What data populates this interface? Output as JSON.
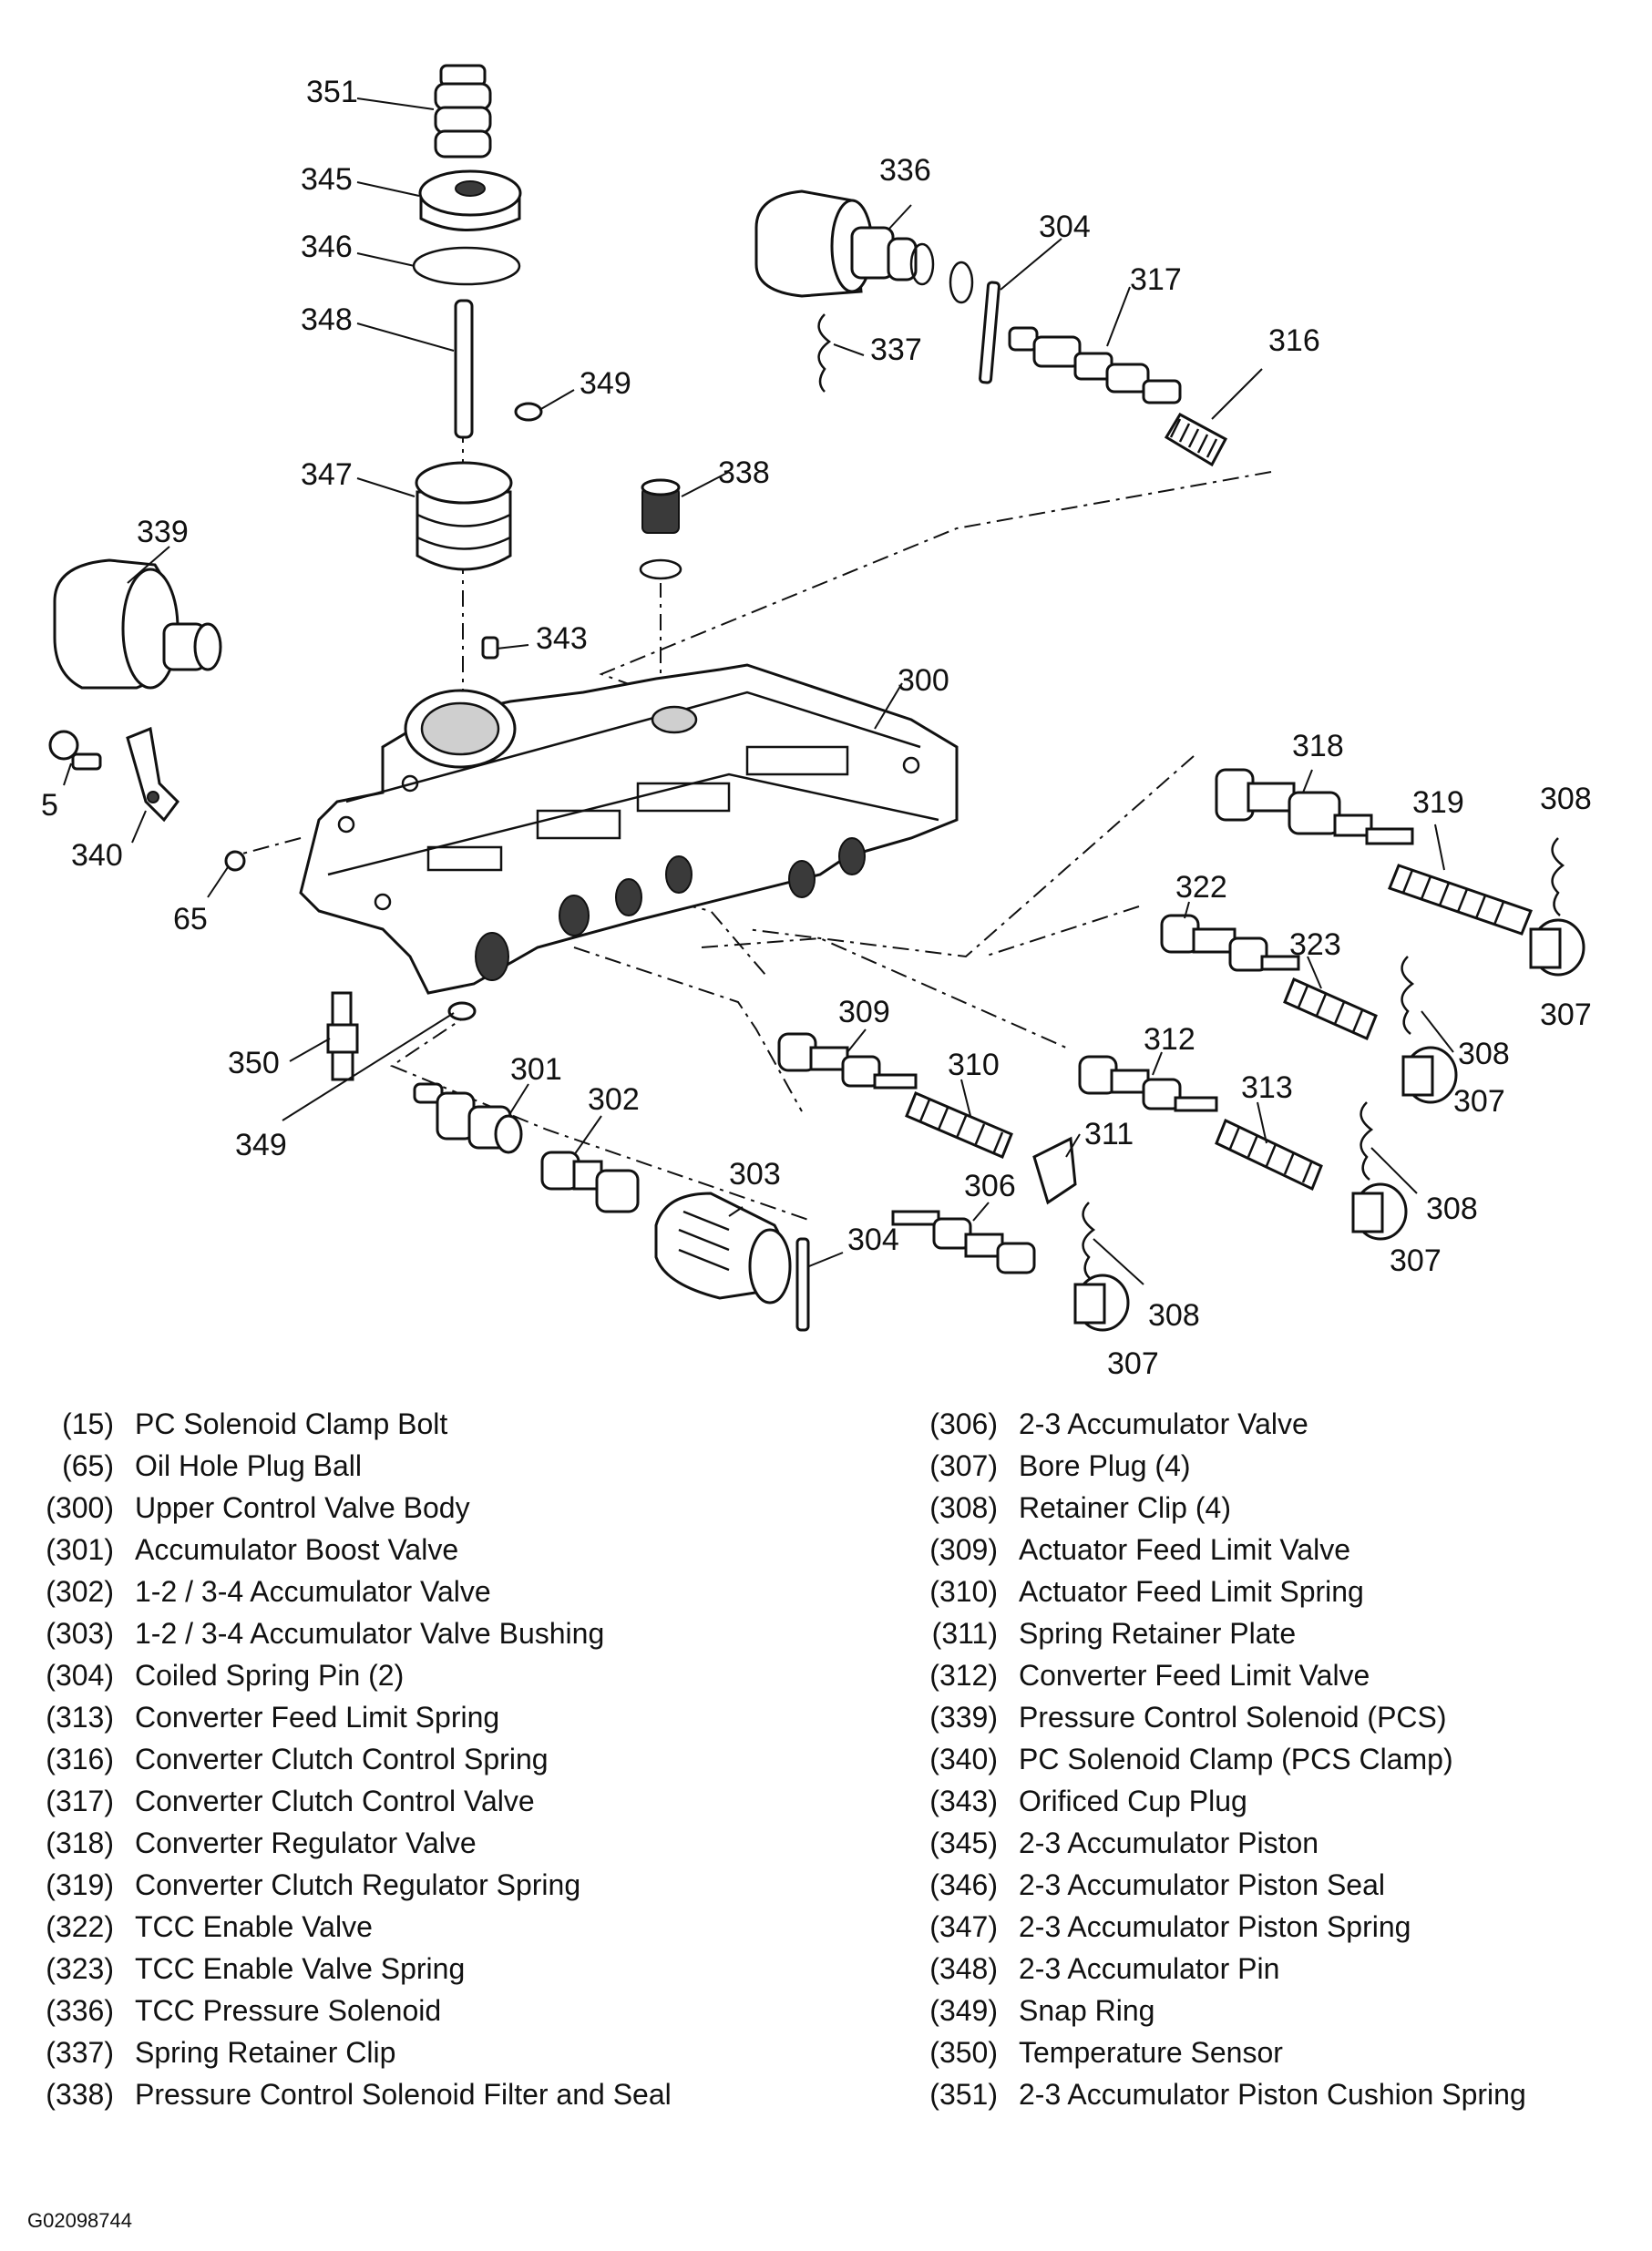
{
  "callouts": {
    "c351": "351",
    "c345": "345",
    "c346": "346",
    "c348": "348",
    "c349a": "349",
    "c347": "347",
    "c339": "339",
    "c343": "343",
    "c338": "338",
    "c300": "300",
    "c5": "5",
    "c340": "340",
    "c65": "65",
    "c350": "350",
    "c349b": "349",
    "c336": "336",
    "c304a": "304",
    "c317": "317",
    "c337": "337",
    "c316": "316",
    "c318": "318",
    "c319": "319",
    "c308a": "308",
    "c307a": "307",
    "c322": "322",
    "c323": "323",
    "c308b": "308",
    "c307b": "307",
    "c309": "309",
    "c310": "310",
    "c311": "311",
    "c312": "312",
    "c313": "313",
    "c308c": "308",
    "c307c": "307",
    "c301": "301",
    "c302": "302",
    "c303": "303",
    "c304b": "304",
    "c306": "306",
    "c308d": "308",
    "c307d": "307"
  },
  "legend": {
    "left": [
      {
        "num": "(15)",
        "desc": "PC Solenoid Clamp Bolt"
      },
      {
        "num": "(65)",
        "desc": "Oil Hole Plug Ball"
      },
      {
        "num": "(300)",
        "desc": "Upper Control Valve Body"
      },
      {
        "num": "(301)",
        "desc": "Accumulator Boost Valve"
      },
      {
        "num": "(302)",
        "desc": "1-2 / 3-4 Accumulator Valve"
      },
      {
        "num": "(303)",
        "desc": "1-2 / 3-4 Accumulator Valve Bushing"
      },
      {
        "num": "(304)",
        "desc": "Coiled Spring Pin (2)"
      },
      {
        "num": "(313)",
        "desc": "Converter Feed Limit Spring"
      },
      {
        "num": "(316)",
        "desc": "Converter Clutch Control Spring"
      },
      {
        "num": "(317)",
        "desc": "Converter Clutch Control Valve"
      },
      {
        "num": "(318)",
        "desc": "Converter Regulator Valve"
      },
      {
        "num": "(319)",
        "desc": "Converter Clutch Regulator Spring"
      },
      {
        "num": "(322)",
        "desc": "TCC Enable Valve"
      },
      {
        "num": "(323)",
        "desc": "TCC Enable Valve Spring"
      },
      {
        "num": "(336)",
        "desc": "TCC Pressure Solenoid"
      },
      {
        "num": "(337)",
        "desc": "Spring Retainer Clip"
      },
      {
        "num": "(338)",
        "desc": "Pressure Control Solenoid Filter and Seal"
      }
    ],
    "right": [
      {
        "num": "(306)",
        "desc": "2-3 Accumulator Valve"
      },
      {
        "num": "(307)",
        "desc": "Bore Plug (4)"
      },
      {
        "num": "(308)",
        "desc": "Retainer Clip (4)"
      },
      {
        "num": "(309)",
        "desc": "Actuator Feed Limit Valve"
      },
      {
        "num": "(310)",
        "desc": "Actuator Feed Limit Spring"
      },
      {
        "num": "(311)",
        "desc": "Spring Retainer Plate"
      },
      {
        "num": "(312)",
        "desc": "Converter Feed Limit Valve"
      },
      {
        "num": "(339)",
        "desc": "Pressure Control Solenoid (PCS)"
      },
      {
        "num": "(340)",
        "desc": "PC Solenoid Clamp (PCS Clamp)"
      },
      {
        "num": "(343)",
        "desc": "Orificed Cup Plug"
      },
      {
        "num": "(345)",
        "desc": "2-3 Accumulator Piston"
      },
      {
        "num": "(346)",
        "desc": "2-3 Accumulator Piston Seal"
      },
      {
        "num": "(347)",
        "desc": "2-3 Accumulator Piston Spring"
      },
      {
        "num": "(348)",
        "desc": "2-3 Accumulator Pin"
      },
      {
        "num": "(349)",
        "desc": "Snap Ring"
      },
      {
        "num": "(350)",
        "desc": "Temperature Sensor"
      },
      {
        "num": "(351)",
        "desc": "2-3 Accumulator Piston Cushion Spring"
      }
    ]
  },
  "figure_id": "G02098744"
}
